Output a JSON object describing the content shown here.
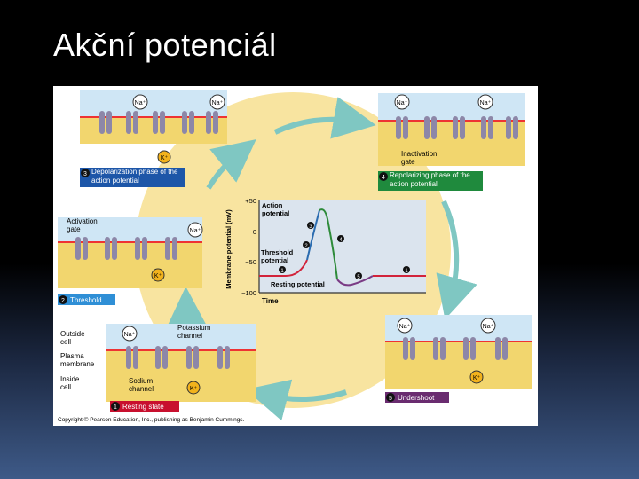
{
  "slide": {
    "title": "Akční potenciál"
  },
  "figure": {
    "graph": {
      "y_axis_label": "Membrane potential (mV)",
      "x_axis_label": "Time",
      "y_ticks": [
        "+50",
        "0",
        "−50",
        "−100"
      ],
      "annotations": {
        "action_potential": [
          "Action",
          "potential"
        ],
        "threshold": [
          "Threshold",
          "potential"
        ],
        "resting": "Resting potential"
      },
      "phase_markers": [
        "1",
        "2",
        "3",
        "4",
        "5",
        "1"
      ],
      "colors": {
        "rising": "#2b6cb0",
        "falling": "#2e8b3a",
        "undershoot": "#7a3b85",
        "resting": "#d2233a"
      }
    },
    "panels": [
      {
        "number": "1",
        "label": "Resting state",
        "color": "#c8102e"
      },
      {
        "number": "2",
        "label": "Threshold",
        "color": "#2f8fd6"
      },
      {
        "number": "3",
        "label": "Depolarization phase of the action potential",
        "color": "#1d56a8"
      },
      {
        "number": "4",
        "label": "Repolarizing phase of the action potential",
        "color": "#1f8a3d"
      },
      {
        "number": "5",
        "label": "Undershoot",
        "color": "#6a2c70"
      }
    ],
    "panel_text": {
      "outside_cell": [
        "Outside",
        "cell"
      ],
      "plasma_membrane": [
        "Plasma",
        "membrane"
      ],
      "inside_cell": [
        "Inside",
        "cell"
      ],
      "potassium_channel": [
        "Potassium",
        "channel"
      ],
      "sodium_channel": [
        "Sodium",
        "channel"
      ],
      "activation_gate": [
        "Activation",
        "gate"
      ],
      "inactivation_gate": [
        "Inactivation",
        "gate"
      ],
      "na_ion": "Na⁺",
      "k_ion": "K⁺"
    },
    "copyright": "Copyright © Pearson Education, Inc., publishing as Benjamin Cummings."
  }
}
